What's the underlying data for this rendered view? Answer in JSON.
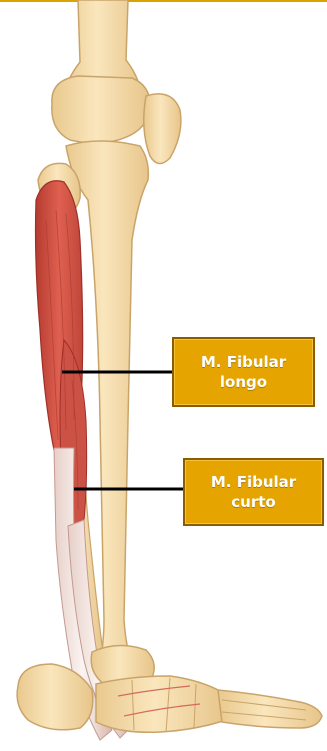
{
  "colors": {
    "bone_fill": "#f6dfb0",
    "bone_stroke": "#c9a46a",
    "muscle_fill": "#d8574a",
    "muscle_dark": "#b13a32",
    "tendon_fill": "#f4ece8",
    "label_bg": "#e5a400",
    "label_border": "#8a5d00",
    "pointer_line": "#000000"
  },
  "labels": {
    "fibular_longo": {
      "line1": "M. Fibular",
      "line2": "longo"
    },
    "fibular_curto": {
      "line1": "M. Fibular",
      "line2": "curto"
    }
  }
}
